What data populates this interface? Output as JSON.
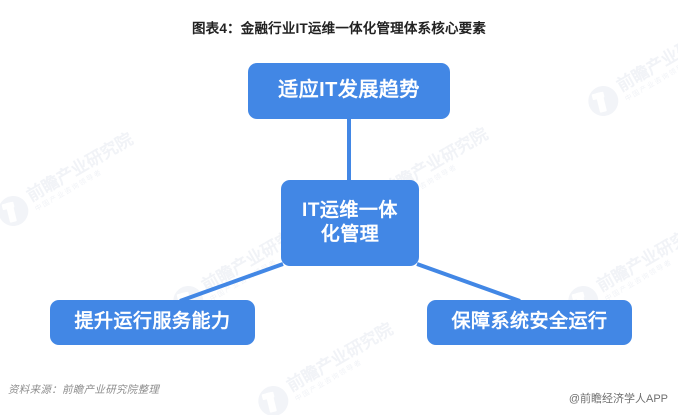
{
  "chart_data": {
    "type": "diagram",
    "title": "图表4：金融行业IT运维一体化管理体系核心要素",
    "layout": "hub-and-spoke",
    "accent_color": "#4287e5",
    "node_text_color": "#ffffff",
    "center": {
      "id": "center",
      "label": "IT运维一体化管理",
      "line1": "IT运维一体",
      "line2": "化管理"
    },
    "elements": [
      {
        "id": "top",
        "label": "适应IT发展趋势",
        "position": "top"
      },
      {
        "id": "left",
        "label": "提升运行服务能力",
        "position": "bottom-left"
      },
      {
        "id": "right",
        "label": "保障系统安全运行",
        "position": "bottom-right"
      }
    ],
    "connectors": [
      {
        "from": "center",
        "to": "top",
        "style": "solid",
        "color": "#4287e5"
      },
      {
        "from": "center",
        "to": "left",
        "style": "solid",
        "color": "#4287e5"
      },
      {
        "from": "center",
        "to": "right",
        "style": "solid",
        "color": "#4287e5"
      }
    ]
  },
  "title": "图表4：金融行业IT运维一体化管理体系核心要素",
  "nodes": {
    "top": "适应IT发展趋势",
    "center_line1": "IT运维一体",
    "center_line2": "化管理",
    "left": "提升运行服务能力",
    "right": "保障系统安全运行"
  },
  "footer": {
    "source": "资料来源：前瞻产业研究院整理",
    "brand": "@前瞻经济学人APP"
  },
  "watermark": {
    "main": "前瞻产业研究院",
    "sub": "中国产业咨询领导者"
  }
}
